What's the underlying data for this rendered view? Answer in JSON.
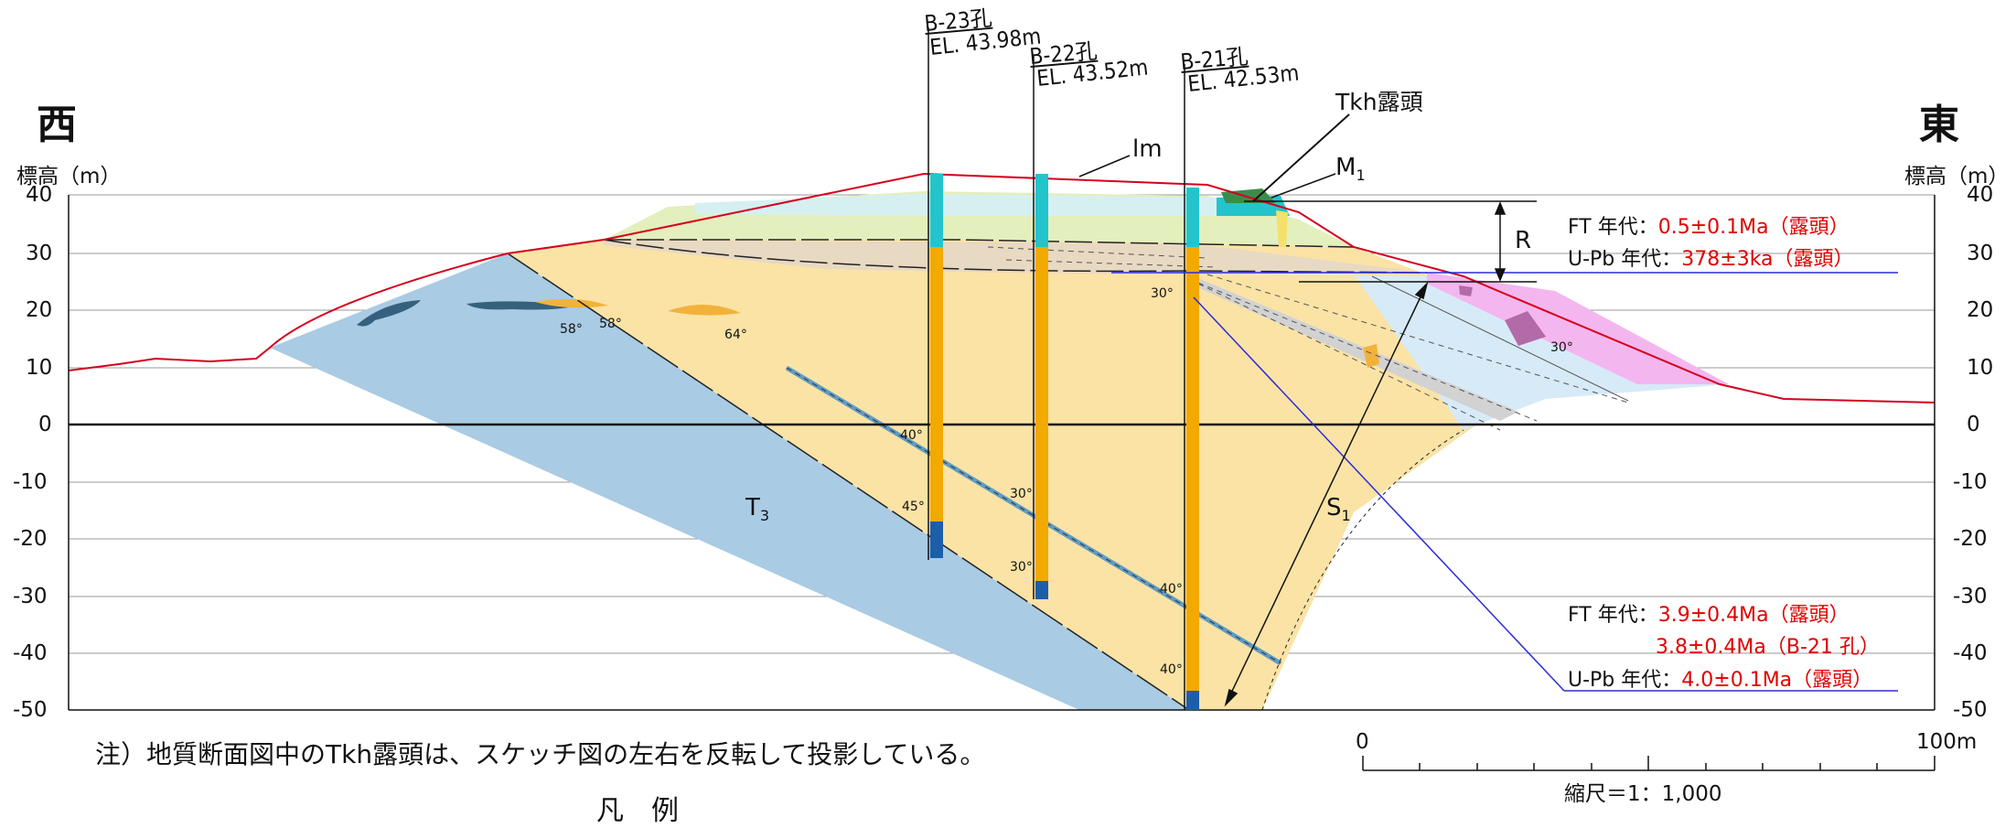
{
  "direction": {
    "west": "西",
    "east": "東"
  },
  "elevation_axis": {
    "title": "標高（m）",
    "ticks": [
      "40",
      "30",
      "20",
      "10",
      "0",
      "-10",
      "-20",
      "-30",
      "-40",
      "-50"
    ],
    "values": [
      40,
      30,
      20,
      10,
      0,
      -10,
      -20,
      -30,
      -40,
      -50
    ]
  },
  "boreholes": [
    {
      "name": "B-23孔",
      "elevation": "EL. 43.98m"
    },
    {
      "name": "B-22孔",
      "elevation": "EL. 43.52m"
    },
    {
      "name": "B-21孔",
      "elevation": "EL. 42.53m"
    }
  ],
  "units": {
    "lm": "lm",
    "m1": "M",
    "m1_sub": "1",
    "r": "R",
    "s1": "S",
    "s1_sub": "1",
    "t3": "T",
    "t3_sub": "3"
  },
  "outcrop_label": "Tkh露頭",
  "dip_angles": [
    "58°",
    "58°",
    "64°",
    "40°",
    "45°",
    "30°",
    "30°",
    "30°",
    "40°",
    "40°",
    "30°"
  ],
  "ages_upper": {
    "ft_label": "FT 年代：",
    "ft_value": "0.5±0.1Ma（露頭）",
    "upb_label": "U-Pb 年代：",
    "upb_value": "378±3ka（露頭）"
  },
  "ages_lower": {
    "ft_label": "FT 年代：",
    "ft_value1": "3.9±0.4Ma（露頭）",
    "ft_value2": "3.8±0.4Ma（B-21 孔）",
    "upb_label": "U-Pb 年代：",
    "upb_value": "4.0±0.1Ma（露頭）"
  },
  "note": "注）地質断面図中のTkh露頭は、スケッチ図の左右を反転して投影している。",
  "scale": {
    "start": "0",
    "end": "100m",
    "label": "縮尺＝1：1,000"
  },
  "legend": {
    "title": "凡例"
  },
  "colors": {
    "t3": "#a9cbe3",
    "s1": "#fbe3a6",
    "r_band": "#e8d9c2",
    "light_blue": "#d7eaf7",
    "pink": "#f4b6ef",
    "green": "#e3efbd",
    "topo_line": "#d5001e",
    "age_line": "#2b2bd9",
    "borehole_orange": "#f2a900",
    "borehole_blue": "#1c5fa8",
    "cyan": "#23c4cc"
  }
}
